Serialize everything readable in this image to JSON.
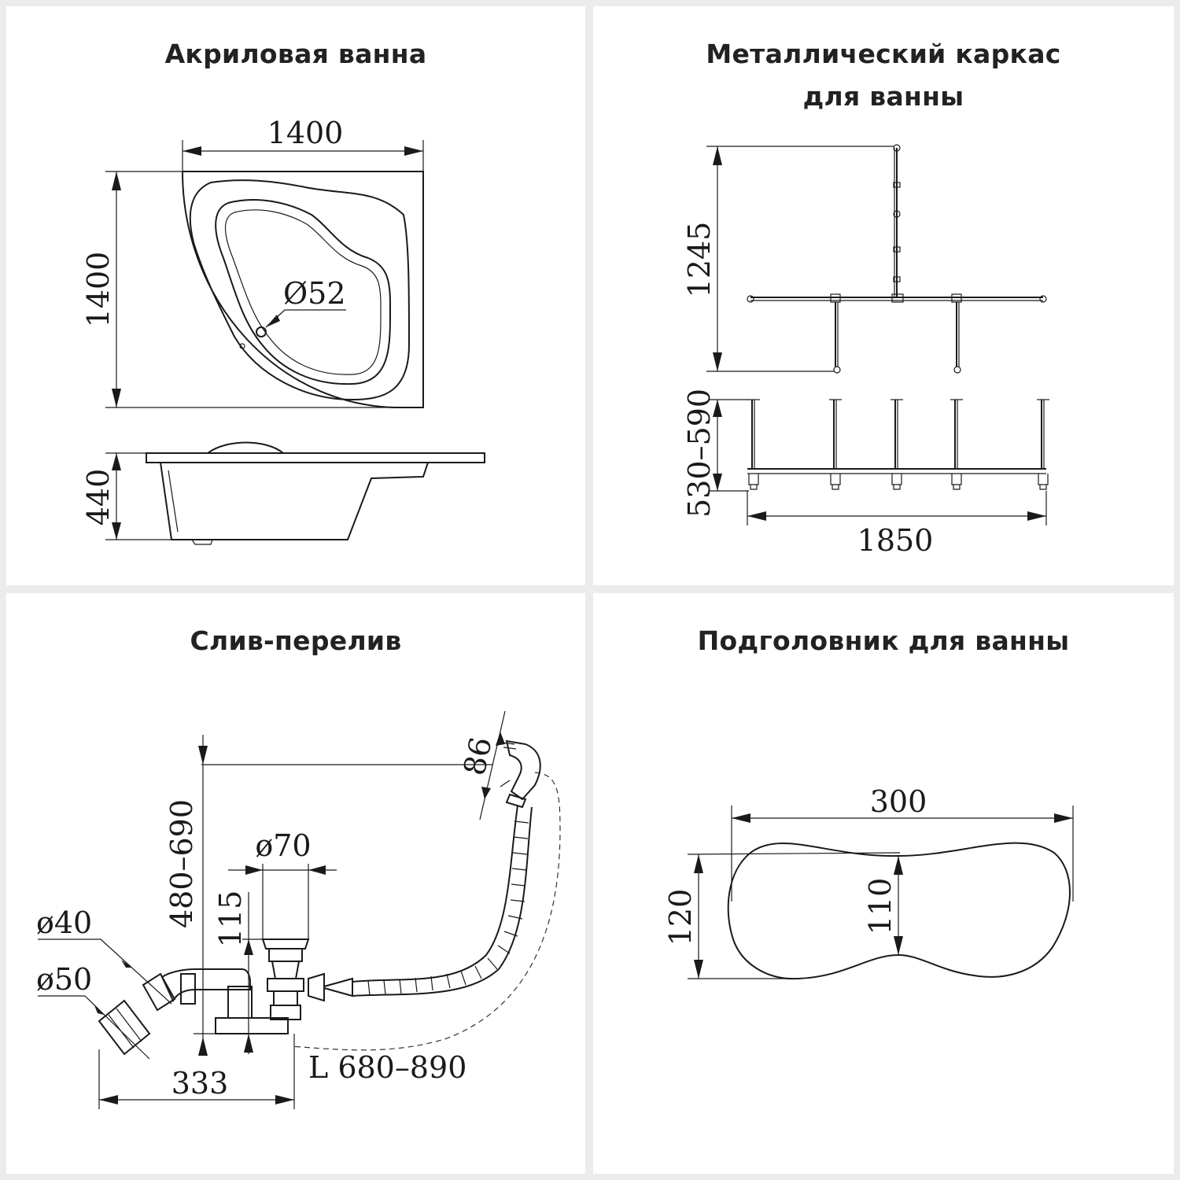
{
  "panels": {
    "bath": {
      "title": "Акриловая ванна",
      "dims": {
        "width": "1400",
        "length": "1400",
        "drain": "Ø52",
        "height": "440"
      }
    },
    "frame": {
      "title_line1": "Металлический каркас",
      "title_line2": "для ванны",
      "dims": {
        "depth": "1245",
        "leg_height": "530–590",
        "length": "1850"
      }
    },
    "drain": {
      "title": "Слив-перелив",
      "dims": {
        "height": "480–690",
        "overflow": "86",
        "d70": "ø70",
        "h115": "115",
        "d40": "ø40",
        "d50": "ø50",
        "width": "333",
        "hose": "L 680–890"
      }
    },
    "pillow": {
      "title": "Подголовник для ванны",
      "dims": {
        "width": "300",
        "height": "120",
        "inner": "110"
      }
    }
  }
}
